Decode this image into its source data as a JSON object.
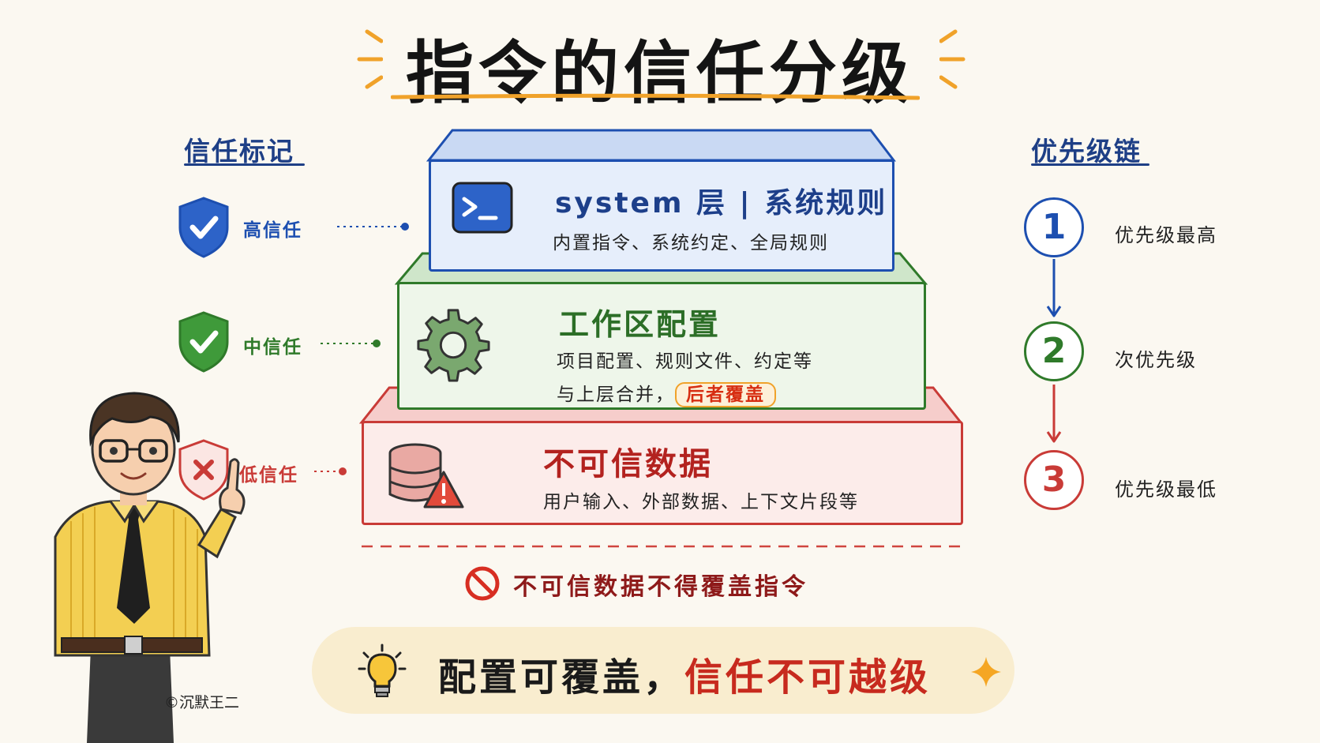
{
  "title": "指令的信任分级",
  "trust_markers": {
    "heading": "信任标记",
    "items": [
      {
        "label": "高信任",
        "color": "#1d4fb0"
      },
      {
        "label": "中信任",
        "color": "#2f7a2a"
      },
      {
        "label": "低信任",
        "color": "#c93b37"
      }
    ]
  },
  "layers": {
    "system": {
      "title": "system 层 | 系统规则",
      "desc": "内置指令、系统约定、全局规则",
      "icon": "terminal-icon",
      "color": "#1d4fb0"
    },
    "workspace": {
      "title": "工作区配置",
      "desc_line1": "项目配置、规则文件、约定等",
      "desc_line2": "与上层合并，",
      "highlight": "后者覆盖",
      "icon": "gear-icon",
      "color": "#2f7a2a"
    },
    "untrusted": {
      "title": "不可信数据",
      "desc": "用户输入、外部数据、上下文片段等",
      "icon": "database-warning-icon",
      "color": "#c93b37"
    }
  },
  "priority_chain": {
    "heading": "优先级链",
    "items": [
      {
        "number": "1",
        "label": "优先级最高",
        "color": "#1d4fb0"
      },
      {
        "number": "2",
        "label": "次优先级",
        "color": "#2f7a2a"
      },
      {
        "number": "3",
        "label": "优先级最低",
        "color": "#c93b37"
      }
    ]
  },
  "warning": "不可信数据不得覆盖指令",
  "motto": {
    "part1": "配置可覆盖，",
    "part2": "信任不可越级"
  },
  "copyright": "©沉默王二"
}
